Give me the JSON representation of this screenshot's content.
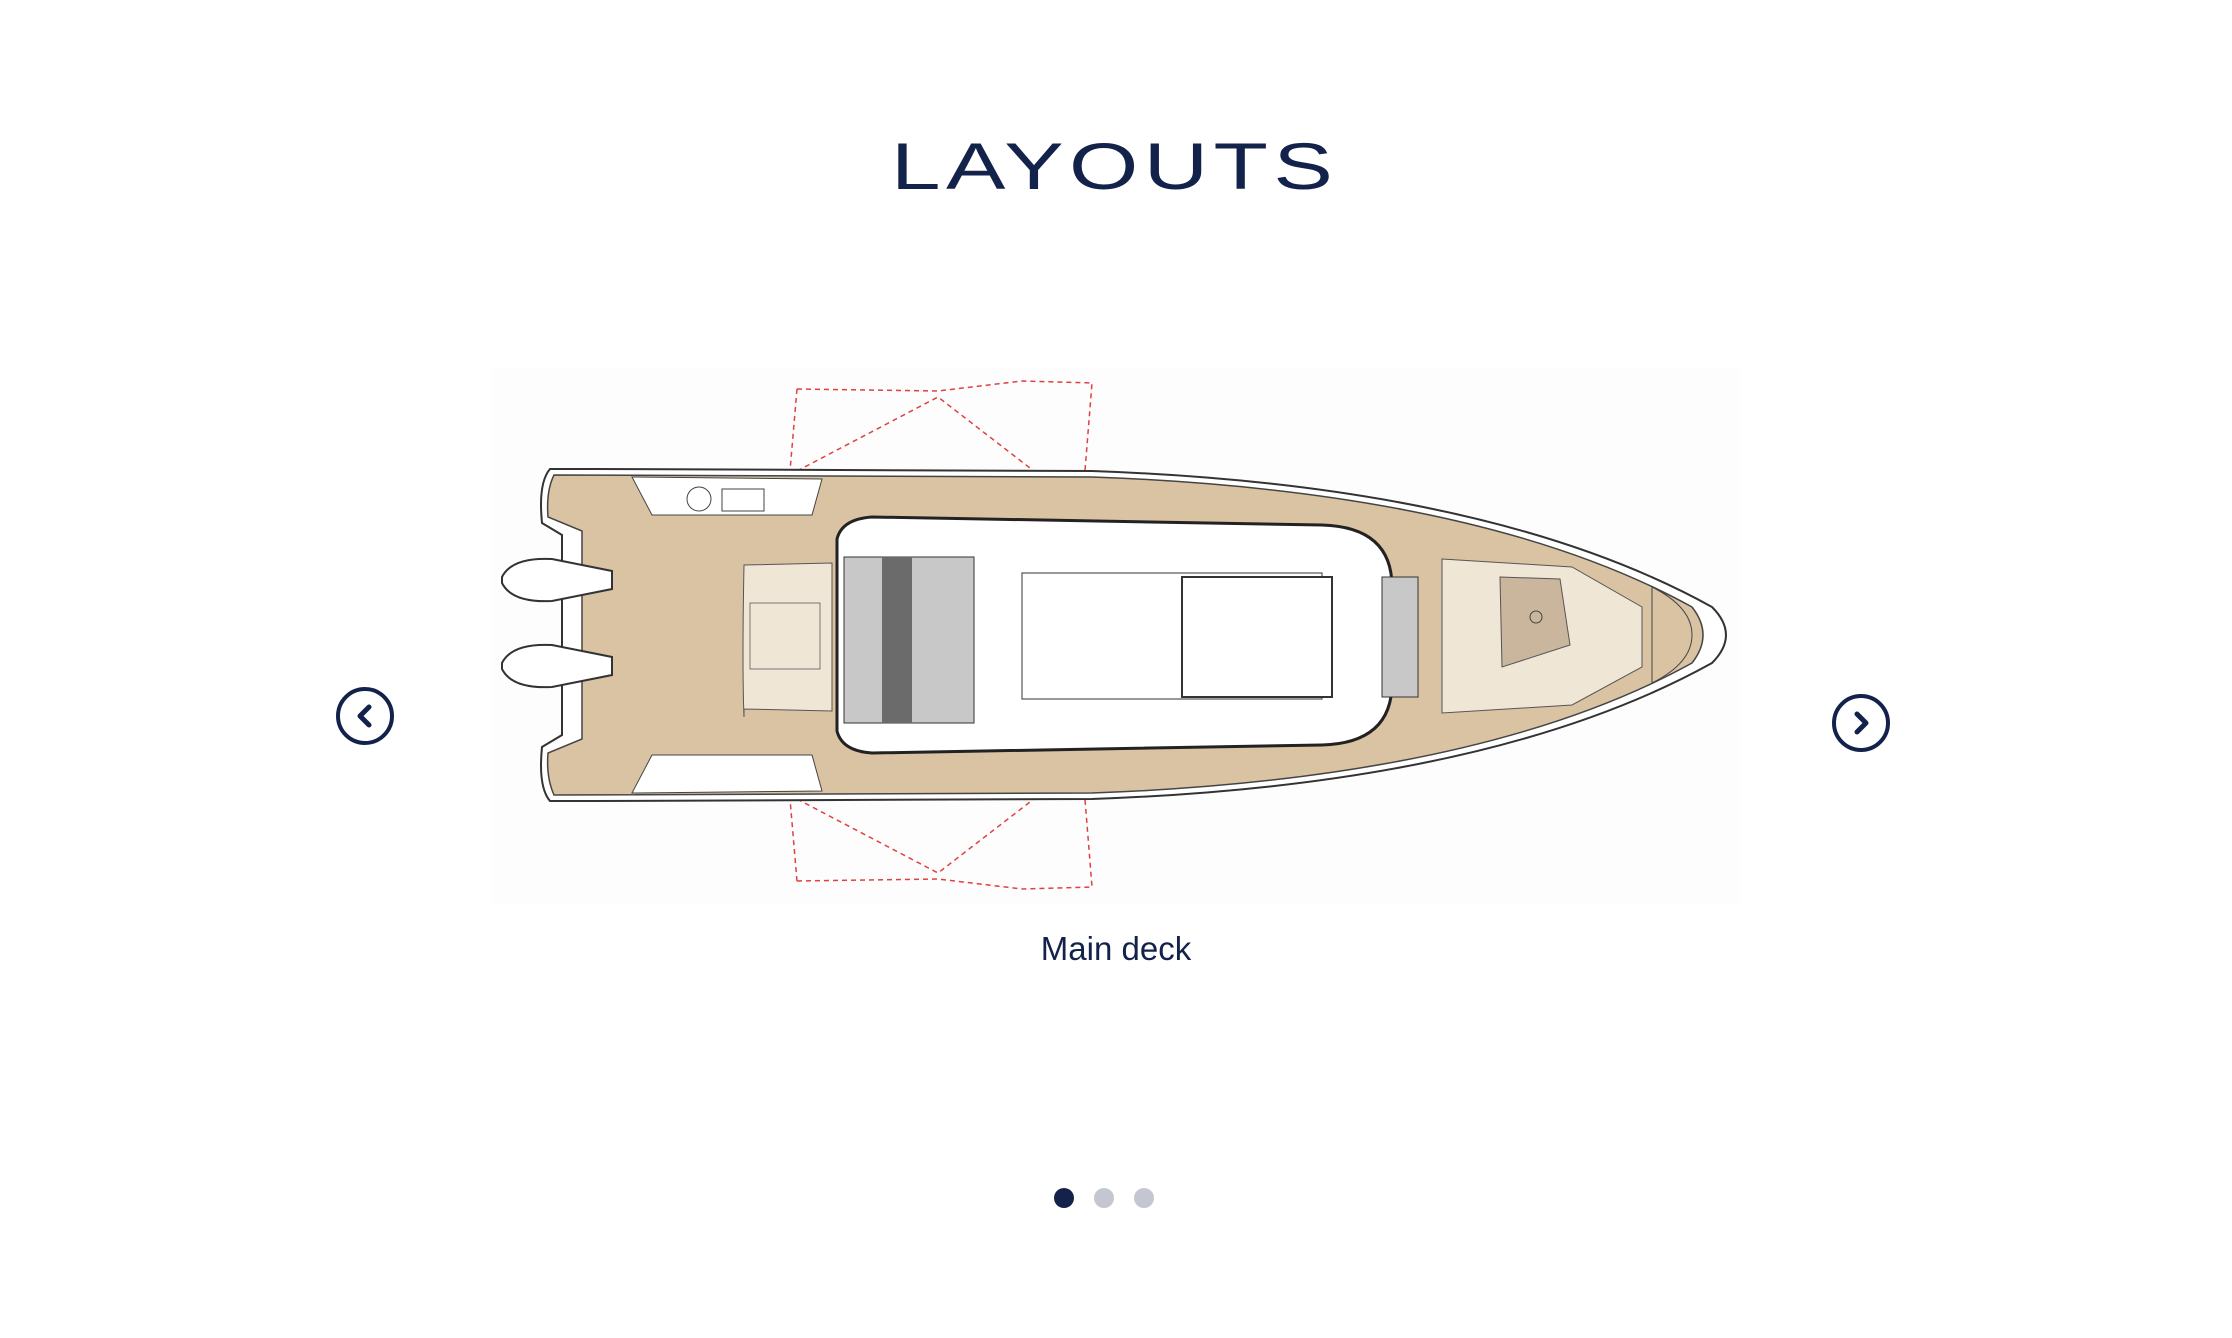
{
  "section": {
    "title": "LAYOUTS"
  },
  "carousel": {
    "current_caption": "Main deck",
    "current_index": 1,
    "total_slides": 3,
    "prev_icon": "chevron-left-icon",
    "next_icon": "chevron-right-icon"
  },
  "colors": {
    "brand": "#13224a",
    "dot_inactive": "#c4c7d1",
    "deck_wood": "#d9c3a3",
    "cushion": "#f0e6d6",
    "door_swing": "#e04040"
  }
}
